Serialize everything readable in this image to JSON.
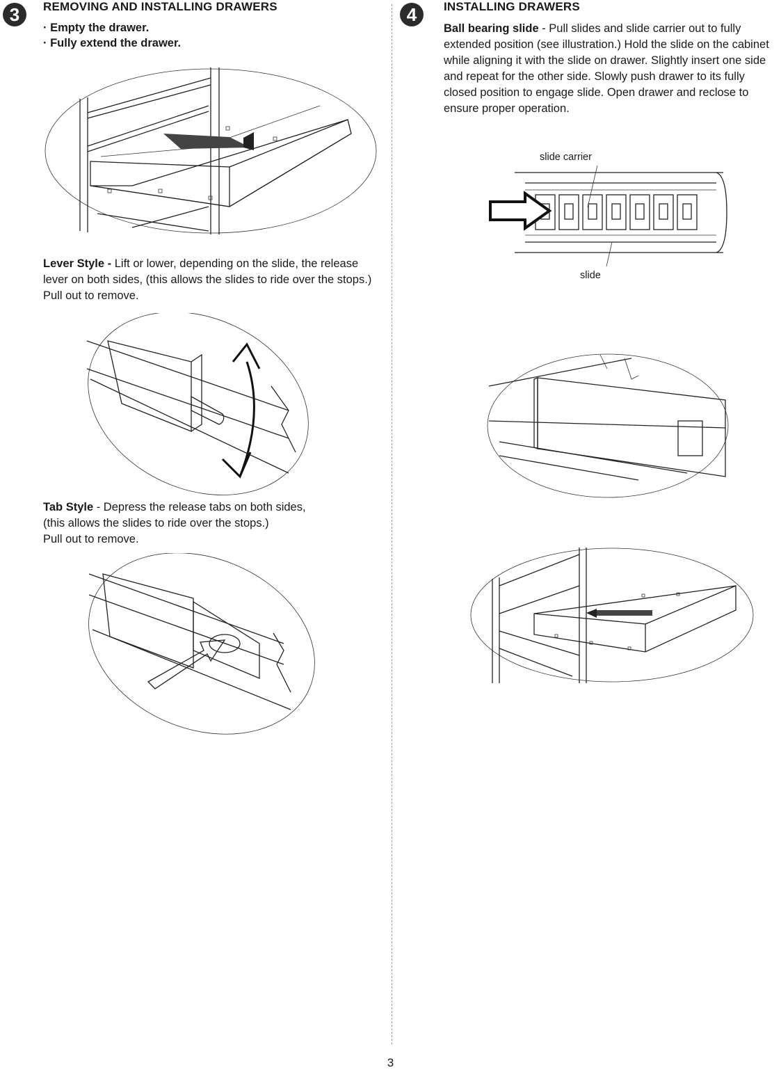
{
  "page_number": "3",
  "step3": {
    "number": "3",
    "title": "REMOVING AND INSTALLING DRAWERS",
    "bullets": [
      "· Empty the drawer.",
      "· Fully extend the drawer."
    ],
    "lever": {
      "label": "Lever Style -",
      "text": " Lift or lower, depending on the slide, the release lever on both sides, (this allows the slides to ride over the stops.) Pull out to remove."
    },
    "tab": {
      "label": "Tab Style",
      "line1": " - Depress the release tabs on both sides,",
      "line2": "(this allows the slides to ride over the stops.)",
      "line3": "Pull out to remove."
    }
  },
  "step4": {
    "number": "4",
    "title": "INSTALLING DRAWERS",
    "ball": {
      "label": "Ball bearing slide",
      "text": " - Pull slides and slide carrier out to fully extended position (see illustration.) Hold the slide on the cabinet while aligning it with the slide on drawer. Slightly insert one side and repeat for the other side. Slowly push drawer to its fully closed position to engage slide. Open drawer and reclose to ensure proper operation."
    },
    "callouts": {
      "slide_carrier": "slide carrier",
      "slide": "slide"
    }
  }
}
